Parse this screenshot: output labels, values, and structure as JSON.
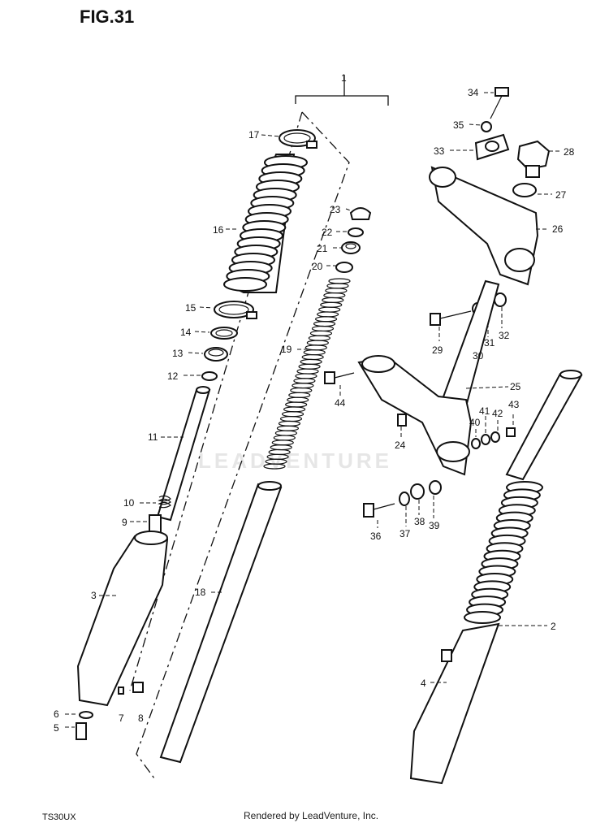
{
  "figure": {
    "title": "FIG.31",
    "model_code": "TS30UX",
    "credit": "Rendered by LeadVenture, Inc.",
    "watermark": "LEADVENTURE"
  },
  "callouts": [
    "1",
    "2",
    "3",
    "4",
    "5",
    "6",
    "7",
    "8",
    "9",
    "10",
    "11",
    "12",
    "13",
    "14",
    "15",
    "16",
    "17",
    "18",
    "19",
    "20",
    "21",
    "22",
    "23",
    "24",
    "25",
    "26",
    "27",
    "28",
    "29",
    "30",
    "31",
    "32",
    "33",
    "34",
    "35",
    "36",
    "37",
    "38",
    "39",
    "40",
    "41",
    "42",
    "43",
    "44"
  ]
}
